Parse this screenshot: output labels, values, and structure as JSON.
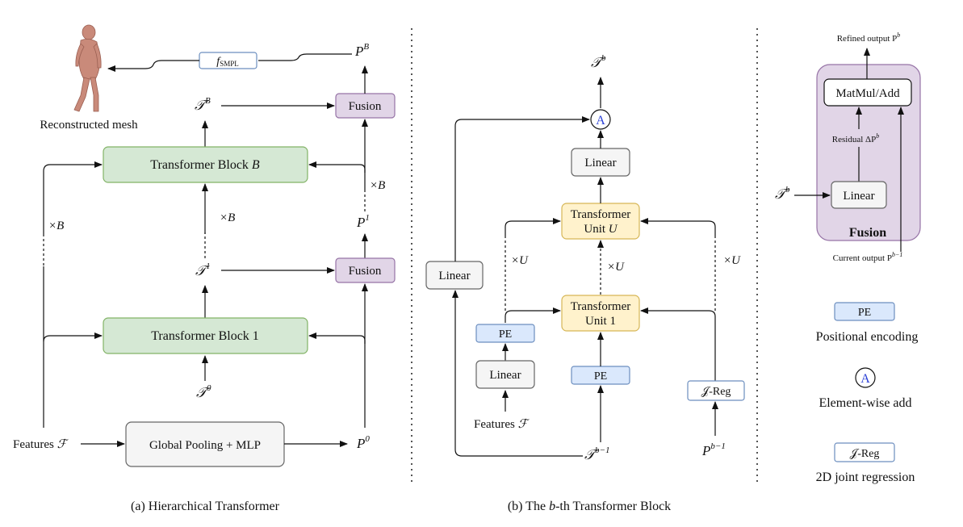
{
  "colors": {
    "green_fill": "#d5e8d4",
    "green_stroke": "#82b366",
    "purple_fill": "#e1d5e7",
    "purple_stroke": "#9673a6",
    "yellow_fill": "#fff2cc",
    "yellow_stroke": "#d6b656",
    "blue_fill": "#dae8fc",
    "blue_stroke": "#6c8ebf",
    "gray_fill": "#f5f5f5",
    "gray_stroke": "#666666"
  },
  "panel_a": {
    "caption": "(a) Hierarchical Transformer",
    "reconstructed_mesh": "Reconstructed mesh",
    "f_smpl": "f",
    "f_smpl_sub": "SMPL",
    "p_b": "P",
    "p_b_sup": "B",
    "tau_b": "𝒯",
    "tau_b_sup": "B",
    "fusion_top": "Fusion",
    "transformer_block_b_prefix": "Transformer Block ",
    "transformer_block_b_var": "B",
    "times_b_left": "×B",
    "times_b_mid": "×B",
    "times_b_right": "×B",
    "p_1": "P",
    "p_1_sup": "1",
    "tau_1": "𝒯",
    "tau_1_sup": "1",
    "fusion_bottom": "Fusion",
    "transformer_block_1": "Transformer Block 1",
    "tau_0": "𝒯",
    "tau_0_sup": "0",
    "features": "Features ",
    "features_sym": "ℱ",
    "global_pooling": "Global Pooling + MLP",
    "p_0": "P",
    "p_0_sup": "0"
  },
  "panel_b": {
    "caption_prefix": "(b) The ",
    "caption_var": "b",
    "caption_suffix": "-th Transformer Block",
    "tau_b_out": "𝒯",
    "tau_b_out_sup": "b",
    "add_symbol": "A",
    "linear_top": "Linear",
    "unit_u_line1": "Transformer",
    "unit_u_line2_prefix": "Unit ",
    "unit_u_var": "U",
    "linear_left": "Linear",
    "times_u_left": "×U",
    "times_u_mid": "×U",
    "times_u_right": "×U",
    "unit_1_line1": "Transformer",
    "unit_1_line2": "Unit 1",
    "pe_left": "PE",
    "linear_features": "Linear",
    "pe_mid": "PE",
    "j_reg": "𝒥-Reg",
    "features": "Features ",
    "features_sym": "ℱ",
    "tau_bm1": "𝒯",
    "tau_bm1_sup": "b−1",
    "p_bm1": "P",
    "p_bm1_sup": "b−1"
  },
  "panel_c": {
    "refined_output": "Refined output P",
    "refined_sup": "b",
    "matmul_add": "MatMul/Add",
    "residual": "Residual ΔP",
    "residual_sup": "b",
    "tau_b_in": "𝒯",
    "tau_b_in_sup": "b",
    "linear": "Linear",
    "fusion_title": "Fusion",
    "current_output": "Current output P",
    "current_sup": "b−1",
    "legend_pe": "PE",
    "legend_pe_desc": "Positional encoding",
    "legend_add": "A",
    "legend_add_desc": "Element-wise add",
    "legend_jreg": "𝒥-Reg",
    "legend_jreg_desc": "2D joint regression"
  }
}
